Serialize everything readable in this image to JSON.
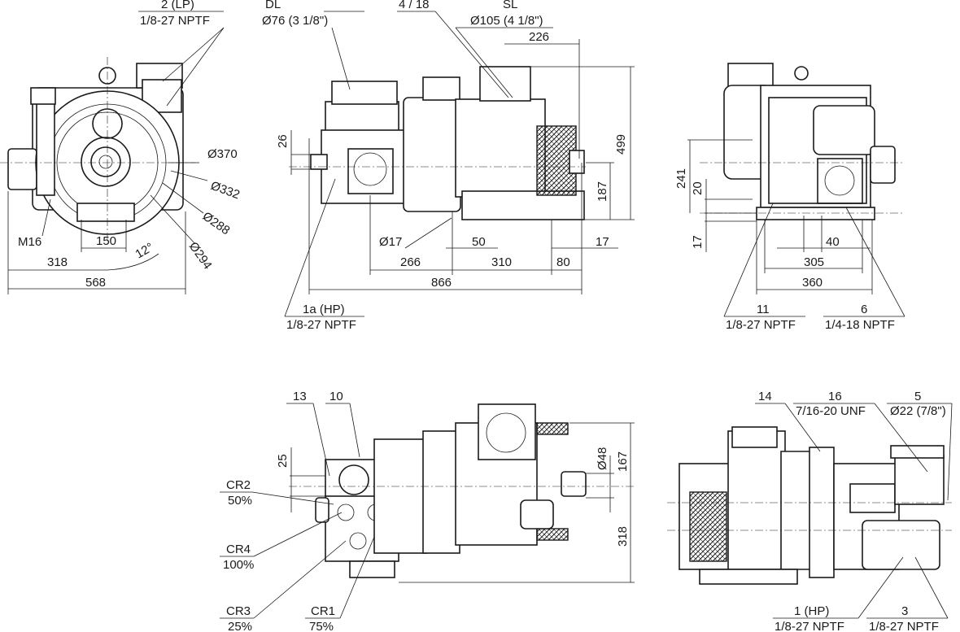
{
  "drawing": {
    "front_view": {
      "dims": {
        "d370": "Ø370",
        "d332": "Ø332",
        "d288": "Ø288",
        "d294": "Ø294",
        "w150": "150",
        "w318": "318",
        "w568": "568",
        "ang": "12°"
      },
      "labels": {
        "m16": "M16",
        "c2_top": "2 (LP)",
        "c2_bot": "1/8-27 NPTF"
      }
    },
    "side_view": {
      "dims": {
        "h26": "26",
        "w226": "226",
        "h499": "499",
        "h187": "187",
        "d17": "Ø17",
        "w50": "50",
        "w17": "17",
        "w266": "266",
        "w310": "310",
        "w80": "80",
        "w866": "866"
      },
      "labels": {
        "dl_top": "DL",
        "dl_bot": "Ø76 (3 1/8\")",
        "c418": "4 / 18",
        "sl_top": "SL",
        "sl_bot": "Ø105 (4 1/8\")",
        "c1a_top": "1a (HP)",
        "c1a_bot": "1/8-27 NPTF"
      }
    },
    "rear_view": {
      "dims": {
        "h241": "241",
        "h20": "20",
        "h17": "17",
        "w40": "40",
        "w305": "305",
        "w360": "360"
      },
      "labels": {
        "c11_top": "11",
        "c11_bot": "1/8-27 NPTF",
        "c6_top": "6",
        "c6_bot": "1/4-18 NPTF"
      }
    },
    "top_view": {
      "dims": {
        "h25": "25",
        "d48": "Ø48",
        "h167": "167",
        "h318": "318"
      },
      "labels": {
        "c13": "13",
        "c10": "10",
        "cr2_top": "CR2",
        "cr2_bot": "50%",
        "cr4_top": "CR4",
        "cr4_bot": "100%",
        "cr3_top": "CR3",
        "cr3_bot": "25%",
        "cr1_top": "CR1",
        "cr1_bot": "75%"
      }
    },
    "side2_view": {
      "labels": {
        "c14": "14",
        "c16_top": "16",
        "c16_bot": "7/16-20 UNF",
        "c5_top": "5",
        "c5_bot": "Ø22 (7/8\")",
        "c1hp_top": "1 (HP)",
        "c1hp_bot": "1/8-27 NPTF",
        "c3_top": "3",
        "c3_bot": "1/8-27 NPTF"
      }
    }
  }
}
